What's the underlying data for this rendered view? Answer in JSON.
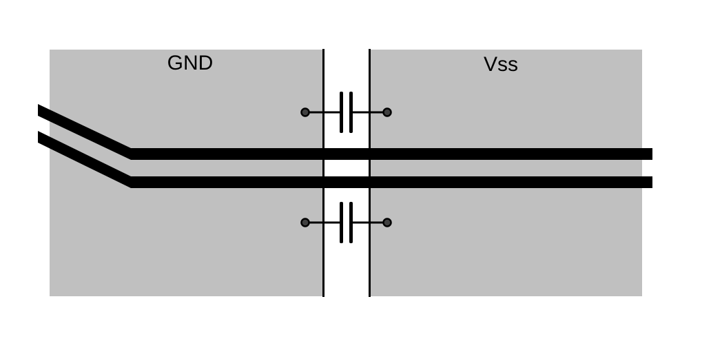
{
  "diagram": {
    "type": "pcb-plane-split-with-stitching-capacitors",
    "labels": {
      "left_plane": "GND",
      "right_plane": "Vss"
    },
    "colors": {
      "background": "#ffffff",
      "plane_fill": "#c0c0c0",
      "trace": "#000000",
      "outline": "#000000",
      "pad_fill": "#404040",
      "label_text": "#000000"
    },
    "components": {
      "planes": [
        "GND",
        "Vss"
      ],
      "trace_count": 2,
      "stitching_capacitor_count": 2
    }
  }
}
